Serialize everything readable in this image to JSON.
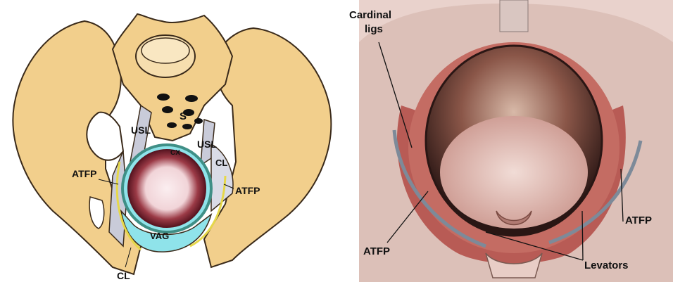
{
  "left_figure": {
    "labels": {
      "s": "S",
      "usl_left": "USL",
      "usl_right": "USL",
      "cx": "CX",
      "cl_right": "CL",
      "cl_bottom": "CL",
      "atfp_left": "ATFP",
      "atfp_right": "ATFP",
      "vag": "VAG"
    },
    "colors": {
      "bone": "#f2cf8c",
      "bone_outline": "#3a2a1a",
      "ligament": "#c9cbd9",
      "vagina": "#8fe3ea",
      "cervix_ring": "#3f8f86",
      "fetal_head": "#6b1f2a"
    }
  },
  "right_figure": {
    "labels": {
      "cardinal_ligs": [
        "Cardinal",
        "ligs"
      ],
      "atfp_left": "ATFP",
      "atfp_right": "ATFP",
      "levators": "Levators"
    },
    "colors": {
      "muscle": "#b4504a",
      "tissue": "#e9d2cc",
      "arc": "#7d8a99",
      "scalp": "#2a1614"
    }
  }
}
